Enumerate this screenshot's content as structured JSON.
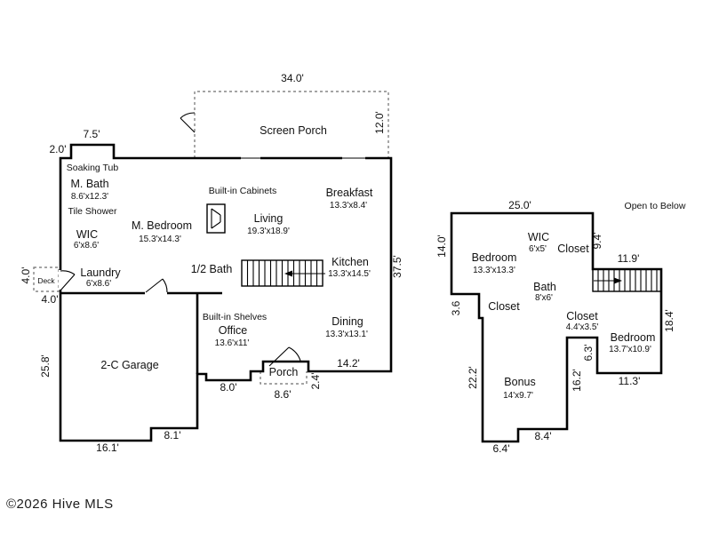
{
  "watermark": "©2026 Hive MLS",
  "floor1": {
    "rooms": {
      "screen_porch": "Screen Porch",
      "soaking_tub": "Soaking Tub",
      "m_bath": "M. Bath",
      "m_bath_dims": "8.6'x12.3'",
      "tile_shower": "Tile Shower",
      "wic": "WIC",
      "wic_dims": "6'x8.6'",
      "m_bedroom": "M. Bedroom",
      "m_bedroom_dims": "15.3'x14.3'",
      "builtin_cabinets": "Built-in Cabinets",
      "living": "Living",
      "living_dims": "19.3'x18.9'",
      "breakfast": "Breakfast",
      "breakfast_dims": "13.3'x8.4'",
      "laundry": "Laundry",
      "laundry_dims": "6'x8.6'",
      "deck": "Deck",
      "half_bath": "1/2 Bath",
      "kitchen": "Kitchen",
      "kitchen_dims": "13.3'x14.5'",
      "builtin_shelves": "Built-in Shelves",
      "office": "Office",
      "office_dims": "13.6'x11'",
      "dining": "Dining",
      "dining_dims": "13.3'x13.1'",
      "garage": "2-C Garage",
      "porch": "Porch"
    },
    "dims": {
      "screen_porch_w": "34.0'",
      "screen_porch_d": "12.0'",
      "bath_bump_w": "7.5'",
      "bath_bump_step": "2.0'",
      "deck_d": "4.0'",
      "deck_w": "4.0'",
      "east_wall": "37.5'",
      "garage_w_wall": "25.8'",
      "garage_s_wall": "16.1'",
      "garage_s_wall2": "8.1'",
      "entry_walk": "8.0'",
      "porch_w": "8.6'",
      "porch_d": "2.4'",
      "dining_s_wall": "14.2'"
    }
  },
  "floor2": {
    "rooms": {
      "bedroom_left": "Bedroom",
      "bedroom_left_dims": "13.3'x13.3'",
      "wic": "WIC",
      "wic_dims": "6'x5'",
      "closet_top": "Closet",
      "bath": "Bath",
      "bath_dims": "8'x6'",
      "closet_left": "Closet",
      "closet_mid": "Closet",
      "closet_mid_dims": "4.4'x3.5'",
      "bedroom_right": "Bedroom",
      "bedroom_right_dims": "13.7'x10.9'",
      "bonus": "Bonus",
      "bonus_dims": "14'x9.7'"
    },
    "annotations": {
      "open_to_below": "Open to Below"
    },
    "dims": {
      "top_wall": "25.0'",
      "west_wall": "14.0'",
      "stair_wall": "9.4'",
      "stair_w": "11.9'",
      "jog": "3.6",
      "bonus_w_wall": "22.2'",
      "closet_w_wall": "16.2'",
      "closet_e_wall": "6.3'",
      "bedroom_s_wall": "11.3'",
      "bedroom_e_wall": "18.4'",
      "bonus_s_wall": "8.4'",
      "bonus_s_wall2": "6.4'"
    }
  }
}
